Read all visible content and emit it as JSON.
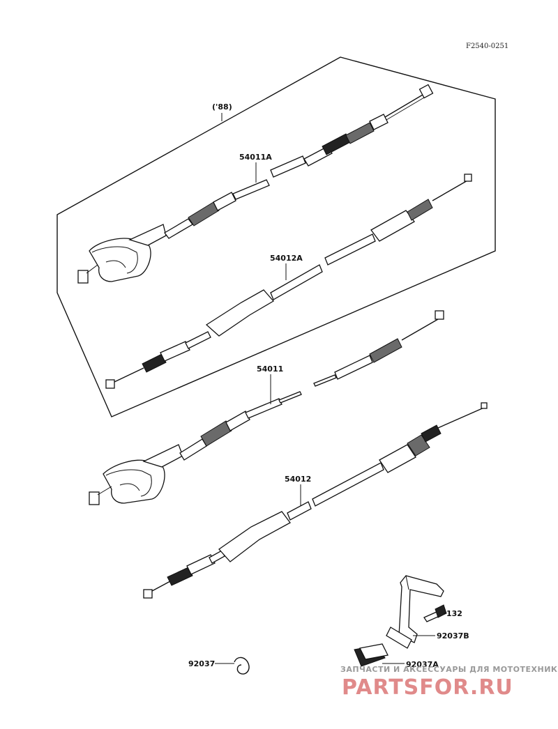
{
  "diagram": {
    "code": "F2540-0251",
    "group_label": "('88)",
    "parts": [
      {
        "id": "54011A"
      },
      {
        "id": "54012A"
      },
      {
        "id": "54011"
      },
      {
        "id": "54012"
      },
      {
        "id": "132"
      },
      {
        "id": "92037B"
      },
      {
        "id": "92037A"
      },
      {
        "id": "92037"
      }
    ]
  },
  "watermark": {
    "line1": "ЗАПЧАСТИ И АКСЕССУАРЫ ДЛЯ МОТОТЕХНИКИ",
    "line2": "PARTSFOR.RU"
  }
}
